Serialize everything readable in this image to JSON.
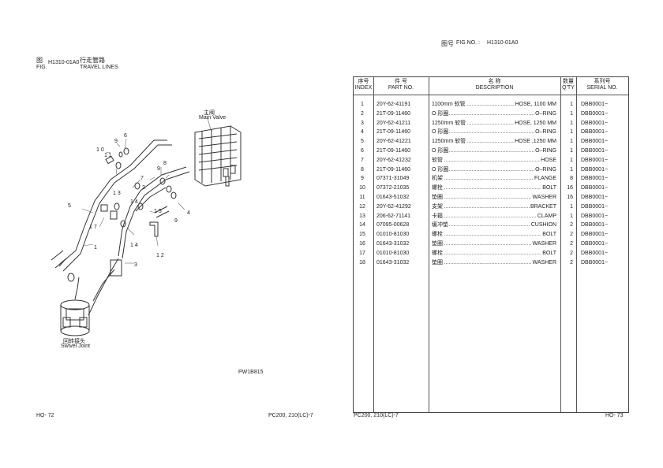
{
  "left_page": {
    "fig_zh": "图",
    "fig_label": "FIG.",
    "fig_no": "H1310-01A0",
    "title_zh": "行走管路",
    "title_en": "TRAVEL LINES",
    "main_valve_zh": "主阀",
    "main_valve_en": "Main Valve",
    "swivel_zh": "回转接头",
    "swivel_en": "Swivel Joint",
    "drawing_code": "PW1B815",
    "page_no": "HO- 72",
    "model": "PC200, 210(LC)-7",
    "callouts": [
      "1",
      "2",
      "3",
      "4",
      "5",
      "6",
      "7",
      "8",
      "9",
      "10",
      "11",
      "12",
      "13",
      "14",
      "15",
      "17"
    ]
  },
  "right_page": {
    "fig_header_zh": "图号",
    "fig_header_label": "FIG NO.  :",
    "fig_header_no": "H1310-01A0",
    "page_no": "HO- 73",
    "model": "PC200, 210(LC)-7",
    "columns": {
      "index_zh": "序号",
      "index_en": "INDEX",
      "part_zh": "件  号",
      "part_en": "PART NO.",
      "desc_zh": "名  称",
      "desc_en": "DESCRIPTION",
      "qty_zh": "数量",
      "qty_en": "Q'TY",
      "serial_zh": "系列号",
      "serial_en": "SERIAL NO."
    },
    "rows": [
      {
        "idx": "1",
        "pn": "20Y-62-41191",
        "zh": "1100mm 软管",
        "en": "HOSE, 1100 MM",
        "qty": "1",
        "serial": "DBB0001~"
      },
      {
        "idx": "2",
        "pn": "21T-09-11460",
        "zh": "O 形圈",
        "en": "O–RING",
        "qty": "1",
        "serial": "DBB0001~"
      },
      {
        "idx": "3",
        "pn": "20Y-62-41211",
        "zh": "1250mm 软管",
        "en": "HOSE, 1250 MM",
        "qty": "1",
        "serial": "DBB0001~"
      },
      {
        "idx": "4",
        "pn": "21T-09-11460",
        "zh": "O 形圈",
        "en": "O–RING",
        "qty": "1",
        "serial": "DBB0001~"
      },
      {
        "idx": "5",
        "pn": "20Y-62-41221",
        "zh": "1250mm 软管",
        "en": "HOSE ,1250 MM",
        "qty": "1",
        "serial": "DBB0001~"
      },
      {
        "idx": "6",
        "pn": "21T-09-11460",
        "zh": "O 形圈",
        "en": "O–RING",
        "qty": "1",
        "serial": "DBB0001~"
      },
      {
        "idx": "7",
        "pn": "20Y-62-41232",
        "zh": "软管",
        "en": "HOSE",
        "qty": "1",
        "serial": "DBB0001~"
      },
      {
        "idx": "8",
        "pn": "21T-09-11460",
        "zh": "O 形圈",
        "en": "O–RING",
        "qty": "1",
        "serial": "DBB0001~"
      },
      {
        "idx": "9",
        "pn": "07371-31049",
        "zh": "机架",
        "en": "FLANGE",
        "qty": "8",
        "serial": "DBB0001~"
      },
      {
        "idx": "10",
        "pn": "07372-21035",
        "zh": "螺栓",
        "en": "BOLT",
        "qty": "16",
        "serial": "DBB0001~"
      },
      {
        "idx": "11",
        "pn": "01643-51032",
        "zh": "垫圈",
        "en": "WASHER",
        "qty": "16",
        "serial": "DBB0001~"
      },
      {
        "idx": "12",
        "pn": "20Y-62-41292",
        "zh": "支架",
        "en": "BRACKET",
        "qty": "1",
        "serial": "DBB0001~"
      },
      {
        "idx": "13",
        "pn": "206-62-71141",
        "zh": "卡箍",
        "en": "CLAMP",
        "qty": "1",
        "serial": "DBB0001~"
      },
      {
        "idx": "14",
        "pn": "07095-00628",
        "zh": "缓冲垫",
        "en": "CUSHION",
        "qty": "2",
        "serial": "DBB0001~"
      },
      {
        "idx": "15",
        "pn": "01010-81030",
        "zh": "螺栓",
        "en": "BOLT",
        "qty": "2",
        "serial": "DBB0001~"
      },
      {
        "idx": "16",
        "pn": "01643-31032",
        "zh": "垫圈",
        "en": "WASHER",
        "qty": "2",
        "serial": "DBB0001~"
      },
      {
        "idx": "17",
        "pn": "01010-81030",
        "zh": "螺栓",
        "en": "BOLT",
        "qty": "2",
        "serial": "DBB0001~"
      },
      {
        "idx": "18",
        "pn": "01643-31032",
        "zh": "垫圈",
        "en": "WASHER",
        "qty": "2",
        "serial": "DBB0001~"
      }
    ]
  }
}
